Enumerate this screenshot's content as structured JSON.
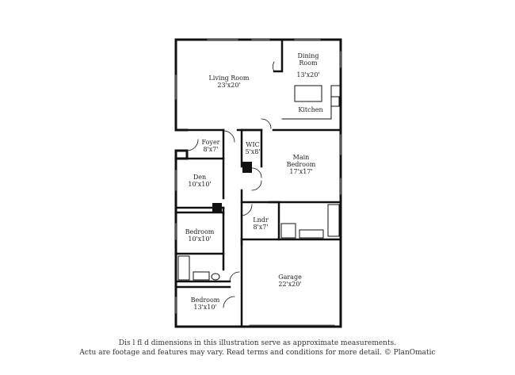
{
  "floorplan": {
    "rooms": {
      "living": {
        "name": "Living Room",
        "dim": "23'x20'"
      },
      "dining": {
        "name": "Dining Room",
        "dim": "13'x20'"
      },
      "kitchen": {
        "name": "Kitchen"
      },
      "foyer": {
        "name": "Foyer",
        "dim": "8'x7'"
      },
      "wic": {
        "name": "WIC",
        "dim": "5'x8'"
      },
      "main_bedroom": {
        "name": "Main Bedroom",
        "dim": "17'x17'"
      },
      "den": {
        "name": "Den",
        "dim": "10'x10'"
      },
      "bedroom_mid": {
        "name": "Bedroom",
        "dim": "10'x10'"
      },
      "laundry": {
        "name": "Lndr",
        "dim": "8'x7'"
      },
      "garage": {
        "name": "Garage",
        "dim": "22'x20'"
      },
      "bedroom_front": {
        "name": "Bedroom",
        "dim": "13'x10'"
      }
    },
    "disclaimer": {
      "line1": "Dis      l fl    d dimensions in this illustration serve as approximate measurements.",
      "line2": "Actu    are footage and features may vary. Read terms and conditions for more detail. © PlanOmatic"
    }
  }
}
